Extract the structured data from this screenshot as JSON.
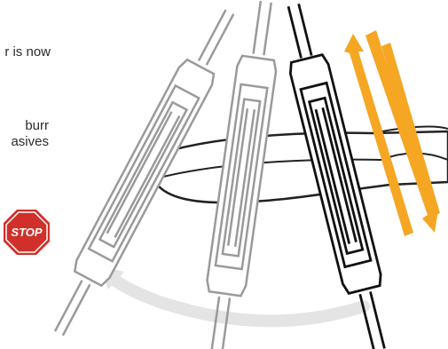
{
  "text": {
    "line_top": "r is now",
    "line_mid_1": "burr",
    "line_mid_2": "asives"
  },
  "stop_sign": {
    "label": "STOP",
    "color": "#d0302a"
  },
  "colors": {
    "accent_arrow": "#f5a623",
    "motion_arc": "#e3e3e3",
    "ghost_outline": "#9a9a9a",
    "active_outline": "#111111"
  },
  "icons": [
    "stop-sign-icon",
    "up-down-arrows-icon",
    "motion-arc-icon",
    "hone-tool-icon"
  ]
}
